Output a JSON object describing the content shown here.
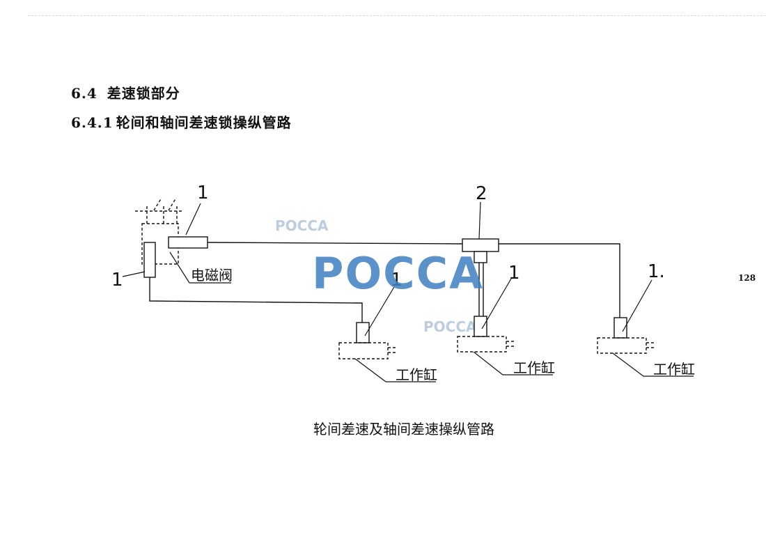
{
  "section": {
    "number": "6.4",
    "title": "差速锁部分"
  },
  "subsection": {
    "number": "6.4.1",
    "title": "轮间和轴间差速锁操纵管路"
  },
  "diagram": {
    "labels": {
      "callout_1": "1",
      "callout_2": "2",
      "callout_1_dot": "1.",
      "solenoid_valve": "电磁阀",
      "working_cylinder": "工作缸"
    },
    "caption": "轮间差速及轴间差速操纵管路"
  },
  "page_number": "128",
  "watermark": "POCCA"
}
